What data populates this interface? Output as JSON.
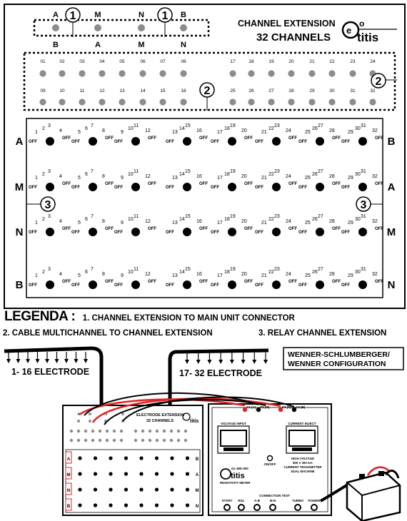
{
  "header": {
    "title_line1": "CHANNEL EXTENSION",
    "title_line2": "32 CHANNELS",
    "logo": {
      "top": "Geo",
      "bottom": "titis"
    }
  },
  "connector": {
    "top_letters": [
      "A",
      "M",
      "N",
      "B"
    ],
    "bottom_letters": [
      "B",
      "A",
      "M",
      "N"
    ]
  },
  "callouts": {
    "one": "1",
    "two": "2",
    "three": "3"
  },
  "sockets": {
    "top_row": [
      "01",
      "02",
      "03",
      "04",
      "05",
      "06",
      "07",
      "08",
      "17",
      "18",
      "19",
      "20",
      "21",
      "22",
      "23",
      "24"
    ],
    "bottom_row": [
      "09",
      "10",
      "11",
      "12",
      "13",
      "14",
      "15",
      "16",
      "25",
      "26",
      "27",
      "28",
      "29",
      "30",
      "31",
      "32"
    ]
  },
  "relay": {
    "left_letters": [
      "A",
      "M",
      "N",
      "B"
    ],
    "right_letters": [
      "B",
      "A",
      "M",
      "N"
    ],
    "off_label": "OFF",
    "groups": [
      [
        "1",
        "2",
        "3",
        "4"
      ],
      [
        "5",
        "6",
        "7",
        "8"
      ],
      [
        "9",
        "10",
        "11",
        "12"
      ],
      [
        "13",
        "14",
        "15",
        "16"
      ],
      [
        "17",
        "18",
        "19",
        "20"
      ],
      [
        "21",
        "22",
        "23",
        "24"
      ],
      [
        "25",
        "26",
        "27",
        "28"
      ],
      [
        "29",
        "30",
        "31",
        "32"
      ]
    ]
  },
  "legend": {
    "title": "LEGENDA :",
    "item1": "1. CHANNEL EXTENSION TO MAIN UNIT CONNECTOR",
    "item2": "2. CABLE MULTICHANNEL TO CHANNEL  EXTENSION",
    "item3": "3. RELAY CHANNEL EXTENSION"
  },
  "wiring": {
    "electrodes_left": "1- 16 ELECTRODE",
    "electrodes_right": "17- 32 ELECTRODE",
    "config_line1": "WENNER-SCHLUMBERGER/",
    "config_line2": "WENNER CONFIGURATION",
    "mini_board_line1": "ELECTRODE EXTENSION",
    "mini_board_line2": "32 CHANNELS",
    "mini_letters_left": [
      "A",
      "M",
      "N",
      "B"
    ],
    "mini_letters_right": [
      "B",
      "A",
      "M",
      "N"
    ],
    "mini_top_letters": [
      "A",
      "M",
      "N",
      "B"
    ]
  },
  "meter": {
    "voltage_title": "VOLTAGE INPUT",
    "current_title": "CURRENT INJECT",
    "jacks": [
      "C1 (A)",
      "P1 (M)",
      "P2 (N)",
      "C2 (B)"
    ],
    "on_off": "ON/OFF",
    "high_voltage_lines": [
      "HIGH VOLTAGE",
      "800 V 300 mA",
      "CURRENT TRANSMITTER",
      "DUAL MACHINE"
    ],
    "model": "GL-MD-300",
    "brand_sub": "RESISTIVITY METER",
    "connection_test": "CONNECTION TEST",
    "buttons": [
      "START",
      "RSL",
      "A-B",
      "M-N",
      "TURBO",
      "POWER"
    ]
  },
  "colors": {
    "red_wire": "#e02020",
    "ink": "#000000",
    "socket_gray": "#8c8c8c"
  }
}
